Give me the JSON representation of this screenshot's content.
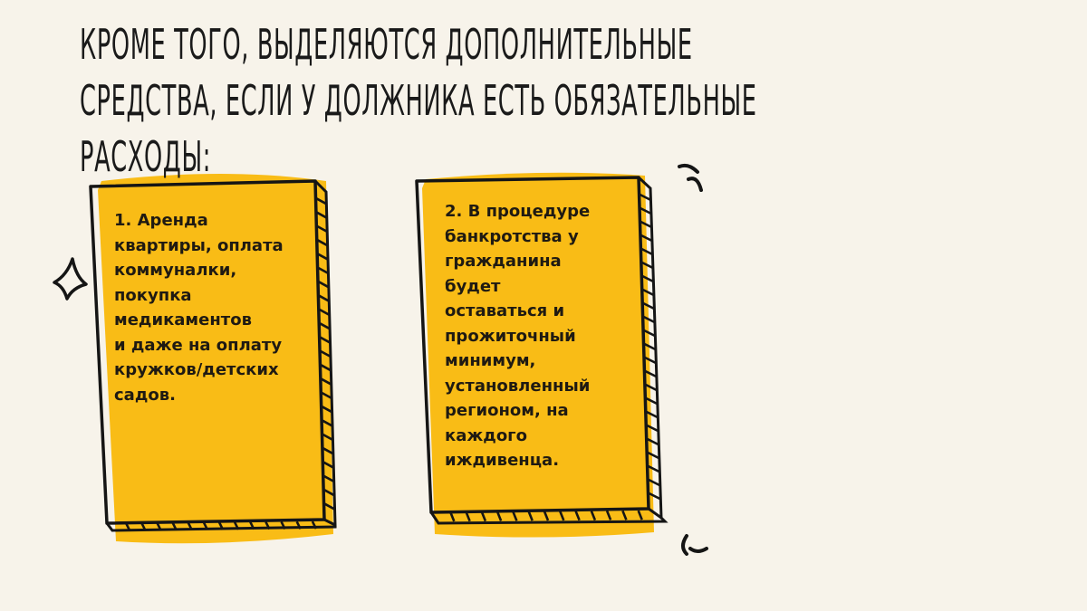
{
  "title": {
    "lines": [
      "Кроме того, выделяются дополнительные",
      "средства, если у должника есть обязательные",
      "расходы:"
    ]
  },
  "cards": [
    {
      "lines": [
        "1. Аренда",
        "квартиры, оплата",
        "коммуналки,",
        "покупка",
        "медикаментов",
        "и даже на оплату",
        "кружков/детских",
        "садов."
      ]
    },
    {
      "lines": [
        "2. В процедуре",
        "банкротства у",
        "гражданина",
        "будет",
        "оставаться и",
        "прожиточный",
        "минимум,",
        "установленный",
        "регионом, на",
        "каждого",
        "иждивенца."
      ]
    }
  ],
  "colors": {
    "background": "#f7f3ea",
    "card_fill": "#f9bc16",
    "ink": "#1a1a1a"
  }
}
